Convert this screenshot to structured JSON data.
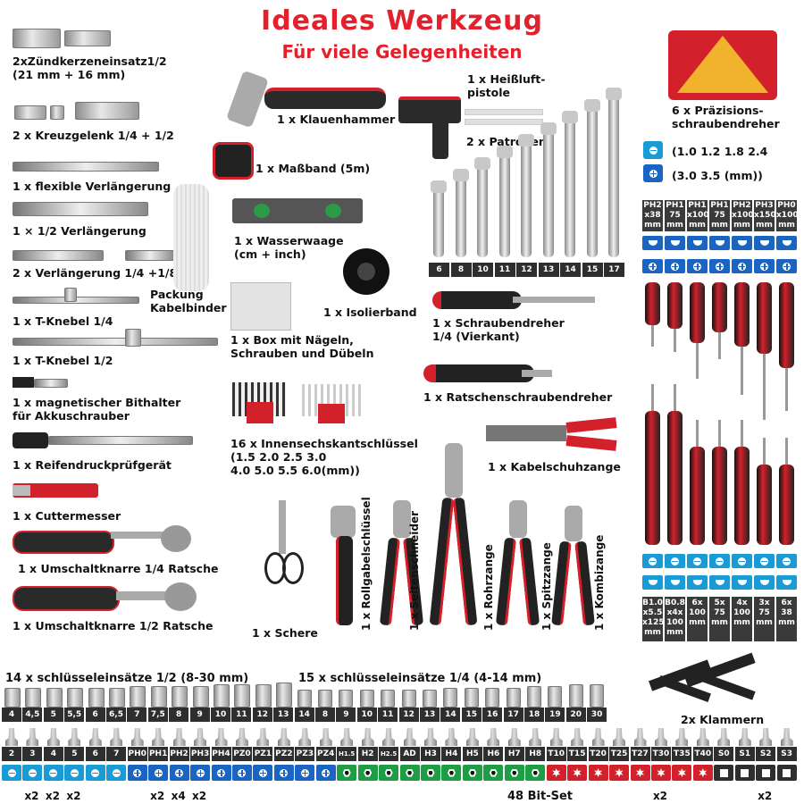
{
  "header": {
    "title": "Ideales Werkzeug",
    "subtitle": "Für viele Gelegenheiten"
  },
  "left_column": {
    "items": [
      {
        "line1": "2xZündkerzeneinsatz1/2",
        "line2": "(21 mm + 16 mm)"
      },
      {
        "line1": "2 x Kreuzgelenk 1/4 + 1/2"
      },
      {
        "line1": "1 x flexible Verlängerung"
      },
      {
        "line1": "1 × 1/2 Verlängerung"
      },
      {
        "line1": "2 x Verlängerung 1/4 +1/8"
      },
      {
        "line1": "1 x T-Knebel 1/4"
      },
      {
        "line1": "1 x T-Knebel 1/2"
      },
      {
        "line1": "1 x magnetischer Bithalter",
        "line2": "für Akkuschrauber"
      },
      {
        "line1": "1 x Reifendruckprüfgerät"
      },
      {
        "line1": "1 x Cuttermesser"
      },
      {
        "line1": "1 x Umschaltknarre 1/4 Ratsche"
      },
      {
        "line1": "1 x Umschaltknarre 1/2 Ratsche"
      }
    ]
  },
  "center_items": {
    "cable_ties": {
      "line1": "Packung",
      "line2": "Kabelbinder"
    },
    "hammer": "1 x Klauenhammer",
    "tape": "1 x Maßband (5m)",
    "level": {
      "line1": "1 x Wasserwaage",
      "line2": "(cm + inch)"
    },
    "insulation": "1 x Isolierband",
    "box": {
      "line1": "1 x Box mit Nägeln,",
      "line2": "Schrauben und Dübeln"
    },
    "hex_keys": {
      "line1": "16 x Innensechskantschlüssel",
      "line2": "(1.5   2.0   2.5   3.0",
      "line3": "4.0   5.0   5.5   6.0(mm))"
    },
    "glue_gun": {
      "line1": "1 x Heißluft-",
      "line2": "pistole"
    },
    "cartridges": "2 x Patronen",
    "screwdriver_square": {
      "line1": "1 x Schraubendreher",
      "line2": "1/4 (Vierkant)"
    },
    "ratchet_screwdriver": "1 x Ratschenschraubendreher",
    "cable_lug": "1 x Kabelschuhzange",
    "scissors": "1 x Schere",
    "adjustable_wrench": "1 x Rollgabelschlüssel",
    "side_cutter": "1 x Seitenschneider",
    "pipe_pliers": "1 x Rohrzange",
    "needle_nose": "1 x Spitzzange",
    "combination": "1 x Kombizange"
  },
  "wrenches": {
    "sizes": [
      "6",
      "8",
      "10",
      "11",
      "12",
      "13",
      "14",
      "15",
      "17"
    ]
  },
  "precision": {
    "label_line1": "6 x Präzisions-",
    "label_line2": "schraubendreher",
    "slotted_sizes": "(1.0   1.2   1.8   2.4",
    "phillips_sizes": "(3.0   3.5   (mm))"
  },
  "screwdrivers": {
    "top_labels": [
      {
        "a": "PH2",
        "b": "x38",
        "c": "mm"
      },
      {
        "a": "PH1",
        "b": "75",
        "c": "mm"
      },
      {
        "a": "PH1",
        "b": "x100",
        "c": "mm"
      },
      {
        "a": "PH1",
        "b": "75",
        "c": "mm"
      },
      {
        "a": "PH2",
        "b": "x100",
        "c": "mm"
      },
      {
        "a": "PH3",
        "b": "x150",
        "c": "mm"
      },
      {
        "a": "PH0",
        "b": "x100",
        "c": "mm"
      }
    ],
    "bottom_labels": [
      {
        "a": "B1.0",
        "b": "x5.5",
        "c": "x125",
        "d": "mm"
      },
      {
        "a": "B0.8",
        "b": "x4x",
        "c": "100",
        "d": "mm"
      },
      {
        "a": "6x",
        "b": "100",
        "c": "mm"
      },
      {
        "a": "5x",
        "b": "75",
        "c": "mm"
      },
      {
        "a": "4x",
        "b": "100",
        "c": "mm"
      },
      {
        "a": "3x",
        "b": "75",
        "c": "mm"
      },
      {
        "a": "6x",
        "b": "38",
        "c": "mm"
      }
    ]
  },
  "sockets": {
    "label_half": "14 x schlüsseleinsätze 1/2 (8-30 mm)",
    "label_quarter": "15 x schlüsseleinsätze 1/4 (4-14 mm)",
    "sizes": [
      "4",
      "4,5",
      "5",
      "5,5",
      "6",
      "6,5",
      "7",
      "7,5",
      "8",
      "9",
      "10",
      "11",
      "12",
      "13",
      "14",
      "8",
      "9",
      "10",
      "11",
      "12",
      "13",
      "14",
      "15",
      "16",
      "17",
      "18",
      "19",
      "20",
      "30"
    ]
  },
  "clamps": "2x Klammern",
  "bits": {
    "labels": [
      "2",
      "3",
      "4",
      "5",
      "6",
      "7",
      "PH0",
      "PH1",
      "PH2",
      "PH3",
      "PH4",
      "PZ0",
      "PZ1",
      "PZ2",
      "PZ3",
      "PZ4",
      "H1.5",
      "H2",
      "H2.5",
      "AD",
      "H3",
      "H4",
      "H5",
      "H6",
      "H7",
      "H8",
      "T10",
      "T15",
      "T20",
      "T25",
      "T27",
      "T30",
      "T35",
      "T40",
      "S0",
      "S1",
      "S2",
      "S3"
    ],
    "types": [
      "sl",
      "sl",
      "sl",
      "sl",
      "sl",
      "sl",
      "ph",
      "ph",
      "ph",
      "ph",
      "ph",
      "pz",
      "pz",
      "pz",
      "pz",
      "pz",
      "hx",
      "hx",
      "hx",
      "hx",
      "hx",
      "hx",
      "hx",
      "hx",
      "hx",
      "hx",
      "tx",
      "tx",
      "tx",
      "tx",
      "tx",
      "tx",
      "tx",
      "tx",
      "gr",
      "gr",
      "gr",
      "gr"
    ],
    "multipliers": [
      {
        "text": "x2",
        "index": 1
      },
      {
        "text": "x2",
        "index": 2
      },
      {
        "text": "x2",
        "index": 3
      },
      {
        "text": "x2",
        "index": 7
      },
      {
        "text": "x4",
        "index": 8
      },
      {
        "text": "x2",
        "index": 9
      },
      {
        "text": "x2",
        "index": 31
      },
      {
        "text": "x2",
        "index": 36
      }
    ],
    "set_label": "48 Bit-Set"
  },
  "colors": {
    "accent_red": "#e3202b",
    "tool_red": "#d3212b",
    "phillips_blue": "#1a64c2",
    "slotted_blue": "#1a9bd6",
    "hex_green": "#1f9d45",
    "tile_dark": "#2e2e2e"
  }
}
